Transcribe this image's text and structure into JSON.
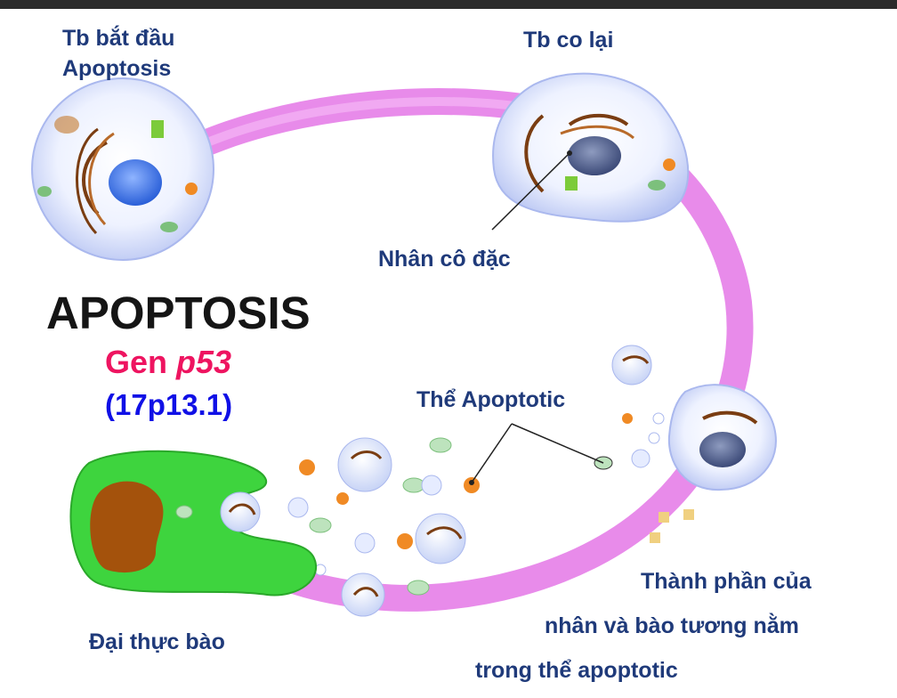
{
  "labels": {
    "start_cell": [
      "Tb bắt đầu",
      "Apoptosis"
    ],
    "shrink_cell": "Tb co lại",
    "condensed_nucleus": "Nhân cô đặc",
    "title": "APOPTOSIS",
    "gene_prefix": "Gen",
    "gene_name": "p53",
    "gene_locus": "(17p13.1)",
    "apoptotic_body": "Thể Apoptotic",
    "macrophage": "Đại thực bào",
    "components": [
      "Thành phần của",
      "nhân và bào tương nằm",
      "trong thể apoptotic"
    ]
  },
  "colors": {
    "arrow_ring": "#e67ee8",
    "label_text": "#1f3a7a",
    "gene_text": "#ee1460",
    "locus_text": "#1010e6",
    "title_text": "#151515",
    "macrophage": "#3ed43e",
    "macrophage_nucleus": "#a4520c"
  }
}
